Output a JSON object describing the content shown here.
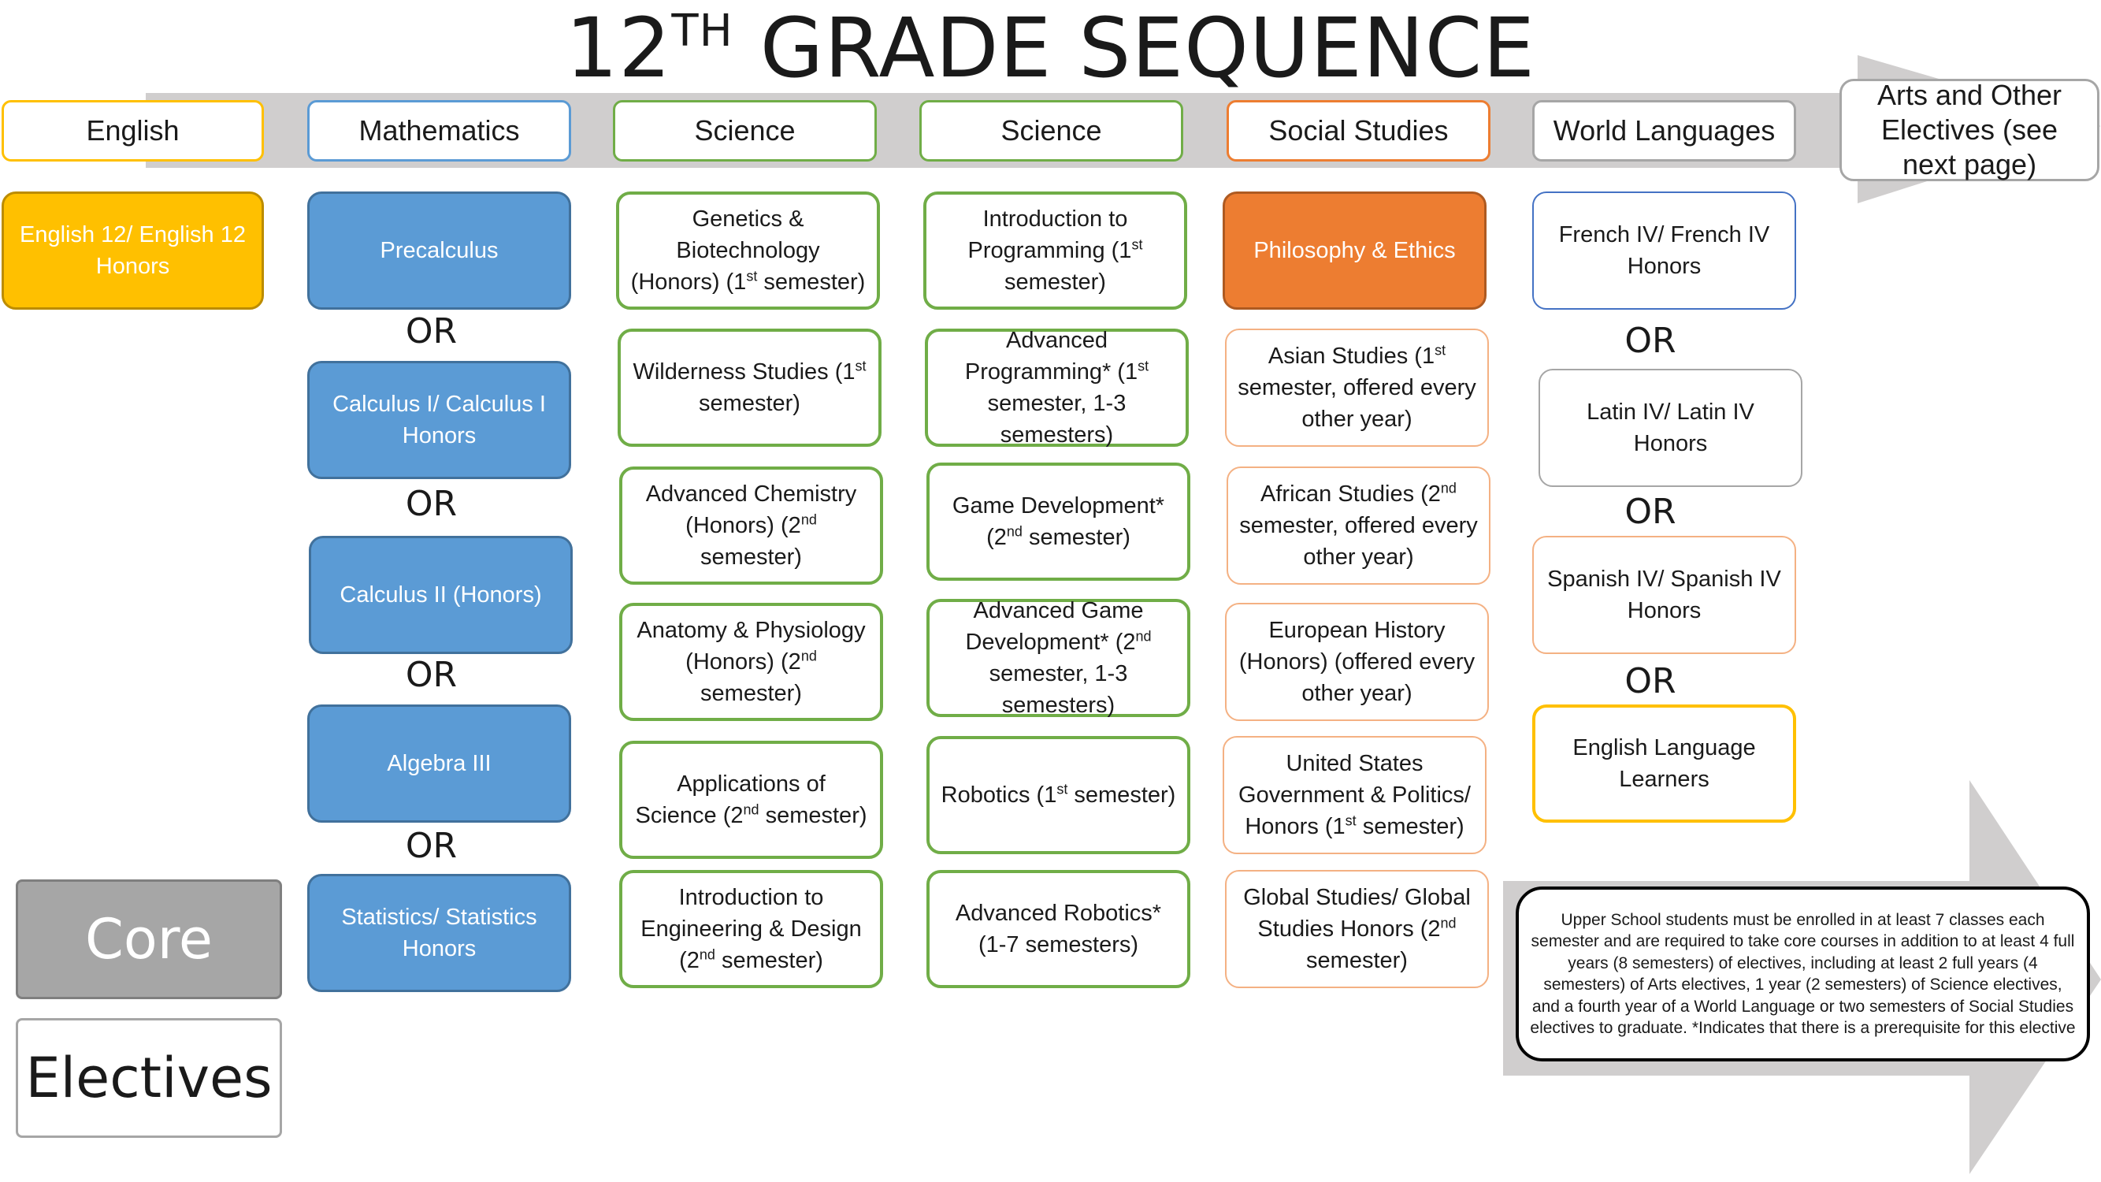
{
  "title": {
    "main": "12",
    "sup": "TH",
    "rest": " GRADE SEQUENCE"
  },
  "colors": {
    "blue": "#5b9bd5",
    "orange": "#ed7d31",
    "gold": "#ffc000",
    "green": "#70ad47",
    "gray_arrow": "#d0cece",
    "core_gray": "#a6a6a6"
  },
  "headers": [
    "English",
    "Mathematics",
    "Science",
    "Science",
    "Social Studies",
    "World Languages",
    "Arts and Other Electives (see next page)"
  ],
  "english": [
    "English 12/ English 12 Honors"
  ],
  "math": [
    "Precalculus",
    "Calculus I/ Calculus I Honors",
    "Calculus II (Honors)",
    "Algebra III",
    "Statistics/ Statistics Honors"
  ],
  "or_label": "OR",
  "science1": [
    [
      "Genetics & Biotechnology (Honors) (1",
      "st",
      " semester)"
    ],
    [
      "Wilderness Studies (1",
      "st",
      " semester)"
    ],
    [
      "Advanced Chemistry (Honors) (2",
      "nd",
      " semester)"
    ],
    [
      "Anatomy & Physiology (Honors) (2",
      "nd",
      " semester)"
    ],
    [
      "Applications of Science (2",
      "nd",
      " semester)"
    ],
    [
      "Introduction to Engineering & Design (2",
      "nd",
      " semester)"
    ]
  ],
  "science2": [
    [
      "Introduction to Programming (1",
      "st",
      " semester)"
    ],
    [
      "Advanced Programming* (1",
      "st",
      " semester, 1-3 semesters)"
    ],
    [
      "Game Development* (2",
      "nd",
      " semester)"
    ],
    [
      "Advanced Game Development* (2",
      "nd",
      " semester, 1-3 semesters)"
    ],
    [
      "Robotics (1",
      "st",
      " semester)"
    ],
    [
      "Advanced Robotics* (1-7 semesters)",
      "",
      ""
    ]
  ],
  "social": [
    [
      "Philosophy & Ethics",
      "",
      ""
    ],
    [
      "Asian Studies (1",
      "st",
      " semester, offered every other year)"
    ],
    [
      "African Studies (2",
      "nd",
      " semester, offered every other year)"
    ],
    [
      "European History (Honors) (offered every other year)",
      "",
      ""
    ],
    [
      "United States Government & Politics/ Honors (1",
      "st",
      " semester)"
    ],
    [
      "Global Studies/ Global Studies Honors (2",
      "nd",
      " semester)"
    ]
  ],
  "languages": [
    "French IV/ French IV Honors",
    "Latin IV/ Latin IV Honors",
    "Spanish IV/ Spanish IV Honors",
    "English Language Learners"
  ],
  "legend": {
    "core": "Core",
    "electives": "Electives"
  },
  "note": "Upper School students must be enrolled in at least 7 classes each semester and are required to take core courses in addition to at least 4 full years (8 semesters) of electives, including at least 2 full years (4 semesters) of Arts electives, 1 year (2 semesters) of Science electives, and a fourth year of a World Language or two semesters of Social Studies electives to graduate. *Indicates that there is a prerequisite for this elective"
}
